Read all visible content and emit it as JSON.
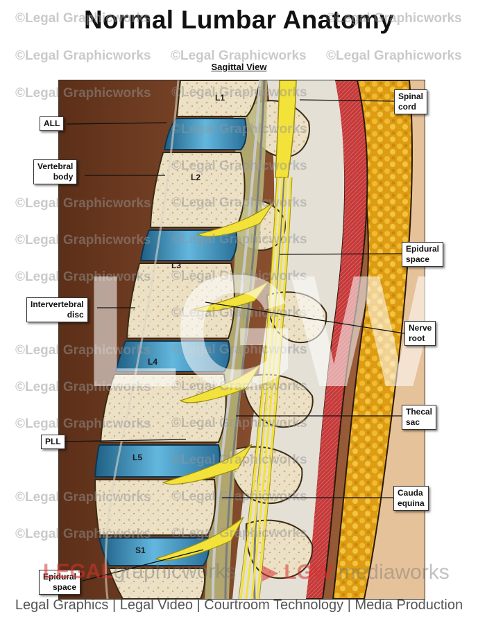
{
  "title": "Normal Lumbar Anatomy",
  "subtitle": "Sagittal View",
  "watermark": "©Legal Graphicworks",
  "big_mark": "LGW",
  "vertebrae": [
    "L1",
    "L2",
    "L3",
    "L4",
    "L5",
    "S1"
  ],
  "callouts": {
    "all": "ALL",
    "vertebral_body": "Vertebral\nbody",
    "intervertebral_disc": "Intervertebral\ndisc",
    "pll": "PLL",
    "epidural_space_left": "Epidural\nspace",
    "spinal_cord": "Spinal\ncord",
    "epidural_space_right": "Epidural\nspace",
    "nerve_root": "Nerve\nroot",
    "thecal_sac": "Thecal\nsac",
    "cauda_equina": "Cauda\nequina"
  },
  "brand": {
    "left_red": "LEGAL",
    "left_gray": "graphicworks",
    "right_red": "LGW",
    "right_gray": "mediaworks"
  },
  "footer": "Legal Graphics | Legal Video | Courtroom Technology | Media Production",
  "colors": {
    "bone": "#ece0c5",
    "disc": "#3f8fb8",
    "nerve": "#f2e23a",
    "background": "#7a4424",
    "fat": "#e0a21c",
    "muscle": "#c63b3b"
  }
}
